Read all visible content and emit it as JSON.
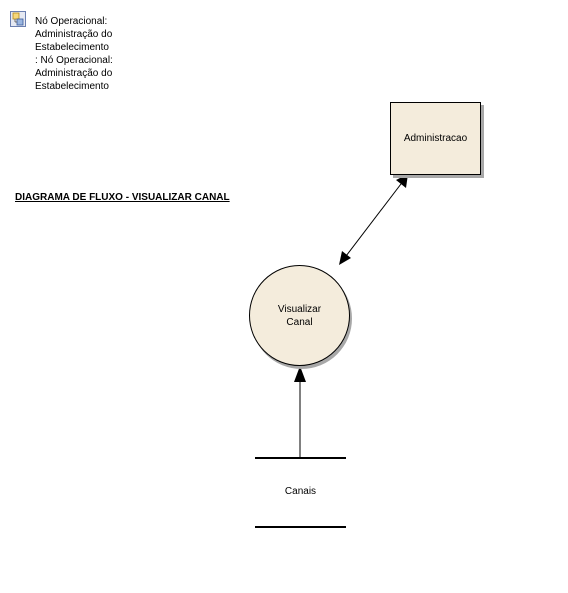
{
  "node": {
    "icon": "package-icon",
    "label": "Nó Operacional: Administração do Estabelecimento : Nó Operacional: Administração do Estabelecimento"
  },
  "diagram": {
    "title": "DIAGRAMA DE FLUXO - VISUALIZAR CANAL"
  },
  "elements": {
    "entity": "Administracao",
    "process_line1": "Visualizar",
    "process_line2": "Canal",
    "data_store": "Canais"
  },
  "colors": {
    "fill": "#f4ecdc",
    "shadow": "#a8a8a8",
    "stroke": "#000000"
  }
}
